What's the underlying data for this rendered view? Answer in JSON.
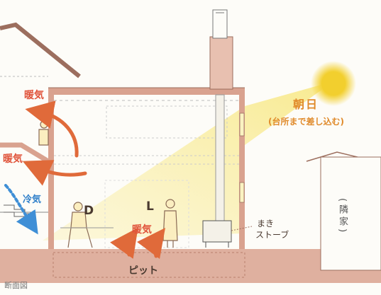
{
  "labels": {
    "warm_upper": "暖気",
    "warm_lower": "暖気",
    "warm_room": "暖気",
    "cool_air": "冷気",
    "room_d": "D",
    "room_l": "L",
    "sun_title": "朝日",
    "sun_sub": "(台所まで差し込む)",
    "stove_line1": "まき",
    "stove_line2": "ストーブ",
    "pit": "ピット",
    "neighbor": "(隣家)",
    "caption": "断面図"
  },
  "colors": {
    "wall": "#d9a28f",
    "warm_arrow": "#e06a3a",
    "cool_arrow": "#3f8fd6",
    "sun": "#f3d23a",
    "beam": "#f8eb9a"
  }
}
